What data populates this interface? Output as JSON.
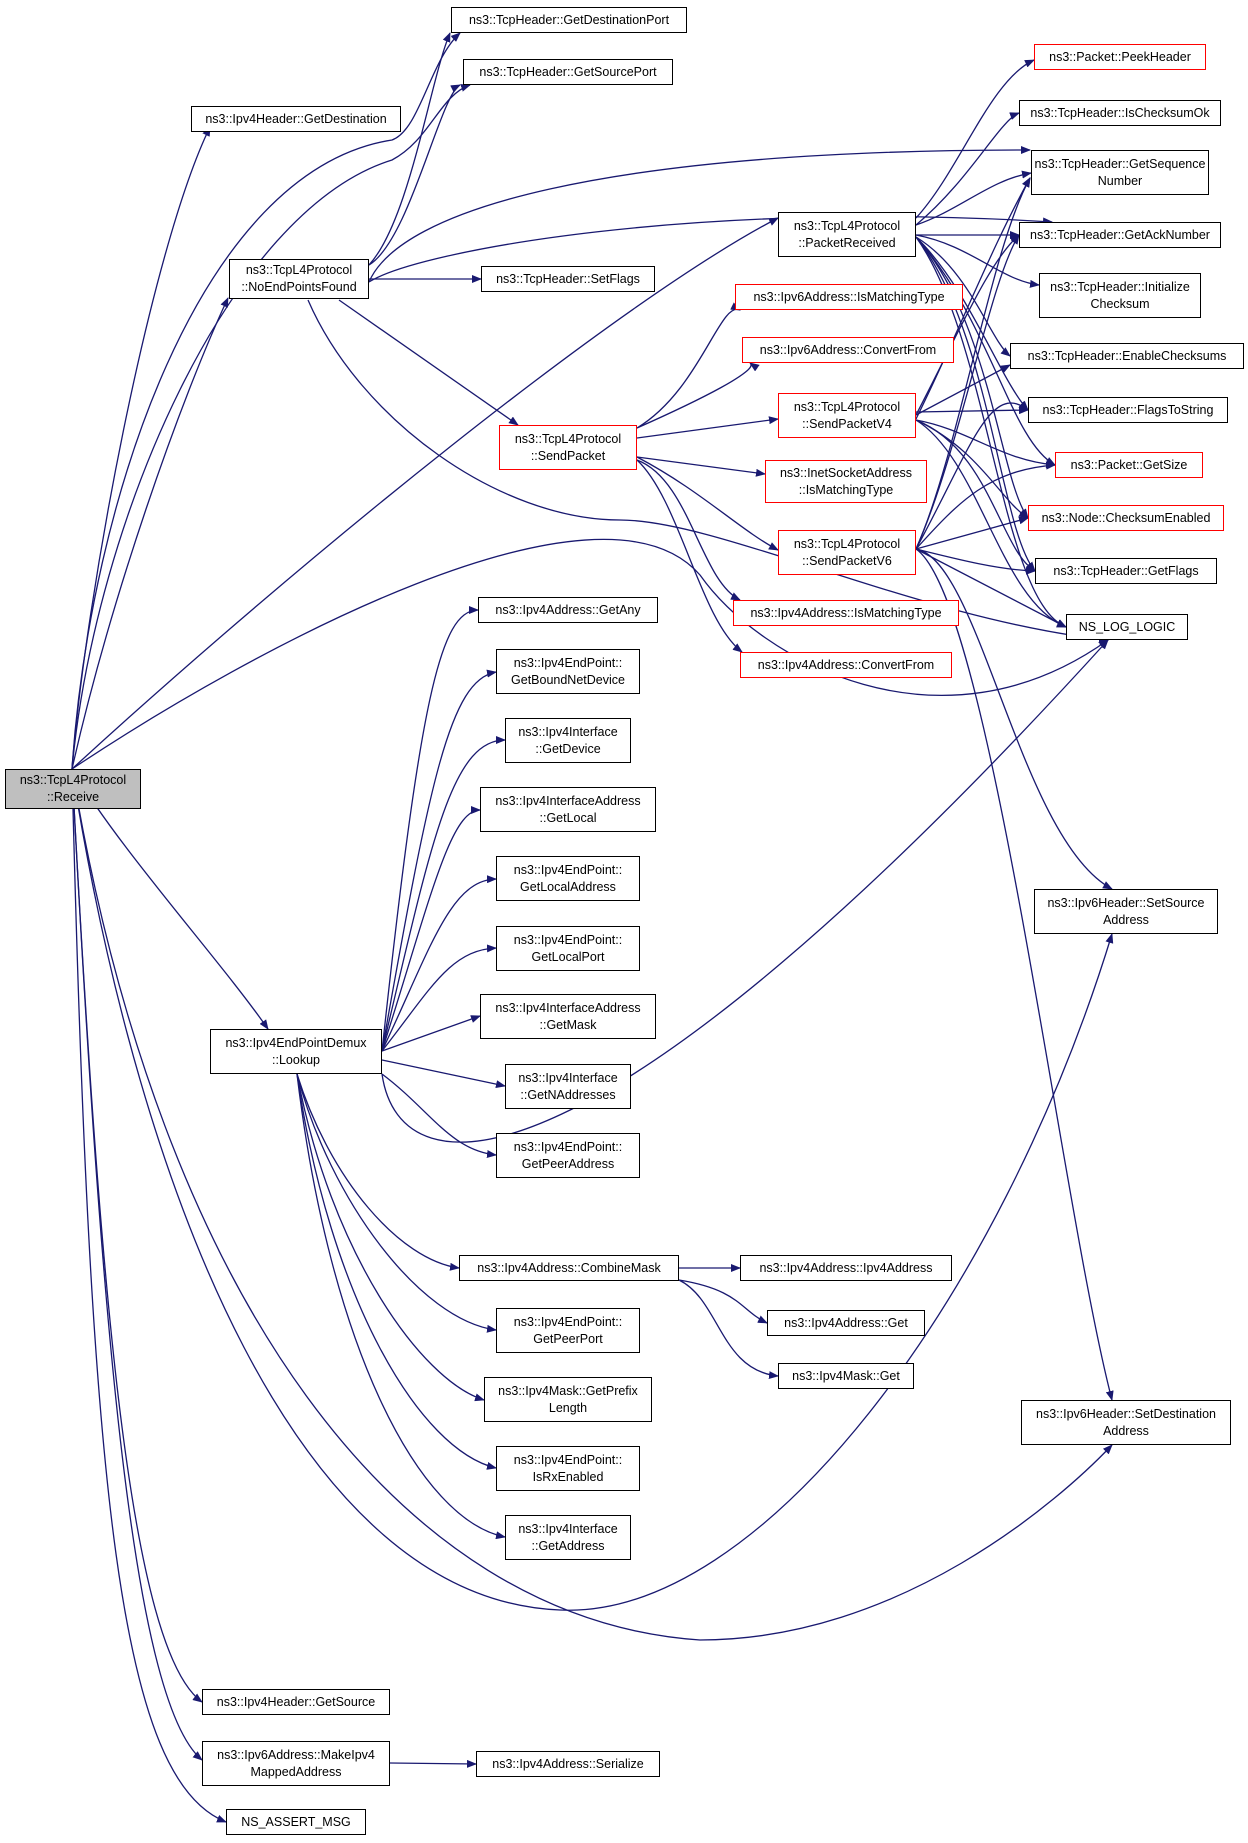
{
  "colors": {
    "edge": "#191970",
    "box_border": "#000000",
    "incomplete_border": "#ff0000",
    "root_fill": "#bfbfbf"
  },
  "nodes": {
    "receive": "ns3::TcpL4Protocol\n::Receive",
    "ipv4header_getdestination": "ns3::Ipv4Header::GetDestination",
    "tcpheader_getdestinationport": "ns3::TcpHeader::GetDestinationPort",
    "tcpheader_getsourceport": "ns3::TcpHeader::GetSourcePort",
    "noendpointsfound": "ns3::TcpL4Protocol\n::NoEndPointsFound",
    "tcpheader_setflags": "ns3::TcpHeader::SetFlags",
    "sendpacket": "ns3::TcpL4Protocol\n::SendPacket",
    "ipv6address_ismatchingtype": "ns3::Ipv6Address::IsMatchingType",
    "ipv6address_convertfrom": "ns3::Ipv6Address::ConvertFrom",
    "sendpacketv4": "ns3::TcpL4Protocol\n::SendPacketV4",
    "inetsocketaddress_ismatchingtype": "ns3::InetSocketAddress\n::IsMatchingType",
    "sendpacketv6": "ns3::TcpL4Protocol\n::SendPacketV6",
    "ipv4address_ismatchingtype": "ns3::Ipv4Address::IsMatchingType",
    "ipv4address_convertfrom": "ns3::Ipv4Address::ConvertFrom",
    "packetreceived": "ns3::TcpL4Protocol\n::PacketReceived",
    "packet_peekheader": "ns3::Packet::PeekHeader",
    "tcpheader_ischecksumok": "ns3::TcpHeader::IsChecksumOk",
    "tcpheader_getsequencenumber": "ns3::TcpHeader::GetSequence\nNumber",
    "tcpheader_getacknumber": "ns3::TcpHeader::GetAckNumber",
    "tcpheader_initializechecksum": "ns3::TcpHeader::Initialize\nChecksum",
    "tcpheader_enablechecksums": "ns3::TcpHeader::EnableChecksums",
    "tcpheader_flagstostring": "ns3::TcpHeader::FlagsToString",
    "packet_getsize": "ns3::Packet::GetSize",
    "node_checksumenabled": "ns3::Node::ChecksumEnabled",
    "tcpheader_getflags": "ns3::TcpHeader::GetFlags",
    "ns_log_logic": "NS_LOG_LOGIC",
    "ipv6header_setsourceaddress": "ns3::Ipv6Header::SetSource\nAddress",
    "ipv6header_setdestinationaddress": "ns3::Ipv6Header::SetDestination\nAddress",
    "ipv4address_getany": "ns3::Ipv4Address::GetAny",
    "ipv4endpoint_getboundnetdevice": "ns3::Ipv4EndPoint::\nGetBoundNetDevice",
    "ipv4interface_getdevice": "ns3::Ipv4Interface\n::GetDevice",
    "ipv4interfaceaddress_getlocal": "ns3::Ipv4InterfaceAddress\n::GetLocal",
    "ipv4endpoint_getlocaladdress": "ns3::Ipv4EndPoint::\nGetLocalAddress",
    "ipv4endpoint_getlocalport": "ns3::Ipv4EndPoint::\nGetLocalPort",
    "ipv4interfaceaddress_getmask": "ns3::Ipv4InterfaceAddress\n::GetMask",
    "ipv4interface_getnaddresses": "ns3::Ipv4Interface\n::GetNAddresses",
    "ipv4endpoint_getpeeraddress": "ns3::Ipv4EndPoint::\nGetPeerAddress",
    "lookup": "ns3::Ipv4EndPointDemux\n::Lookup",
    "ipv4address_combinemask": "ns3::Ipv4Address::CombineMask",
    "ipv4address_ipv4address": "ns3::Ipv4Address::Ipv4Address",
    "ipv4address_get": "ns3::Ipv4Address::Get",
    "ipv4mask_get": "ns3::Ipv4Mask::Get",
    "ipv4endpoint_getpeerport": "ns3::Ipv4EndPoint::\nGetPeerPort",
    "ipv4mask_getprefixlength": "ns3::Ipv4Mask::GetPrefix\nLength",
    "ipv4endpoint_isrxenabled": "ns3::Ipv4EndPoint::\nIsRxEnabled",
    "ipv4interface_getaddress": "ns3::Ipv4Interface\n::GetAddress",
    "ipv4header_getsource": "ns3::Ipv4Header::GetSource",
    "ipv6address_makeipv4mappedaddress": "ns3::Ipv6Address::MakeIpv4\nMappedAddress",
    "ipv4address_serialize": "ns3::Ipv4Address::Serialize",
    "ns_assert_msg": "NS_ASSERT_MSG"
  }
}
